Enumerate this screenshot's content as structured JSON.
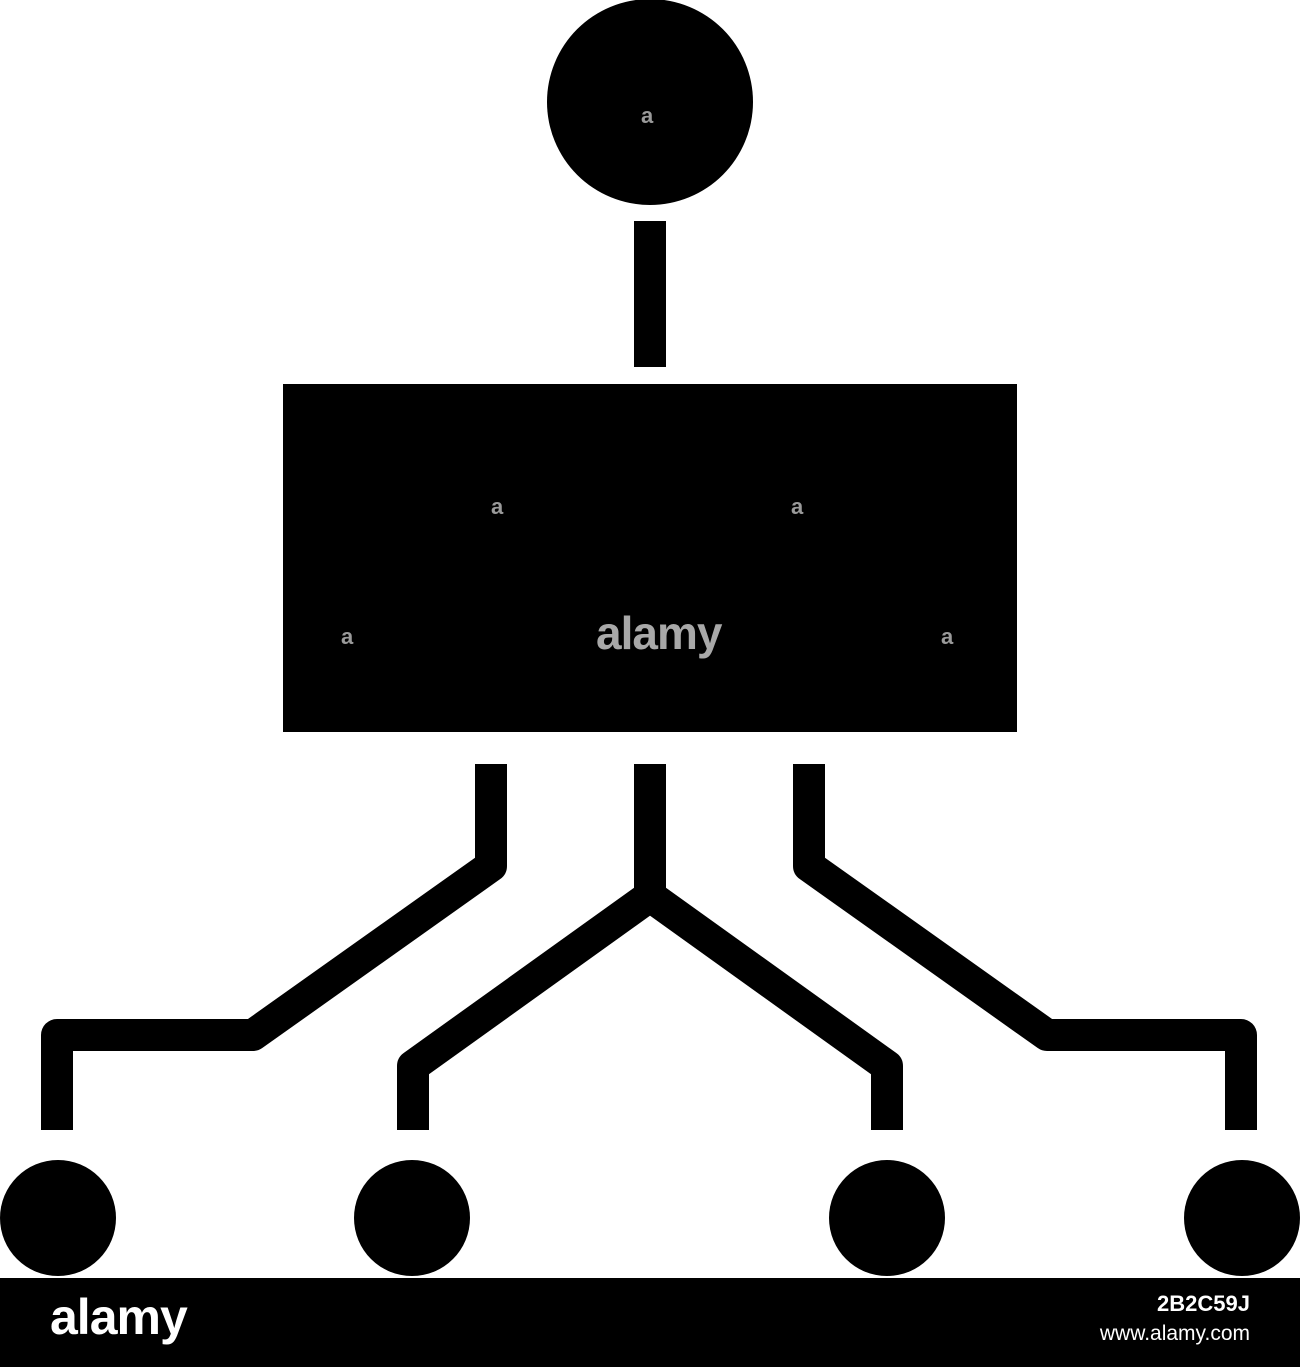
{
  "watermark": {
    "small_mark": "a",
    "center_logo": "alamy"
  },
  "footer": {
    "logo": "alamy",
    "image_id": "2B2C59J",
    "site": "www.alamy.com"
  },
  "colors": {
    "icon_fill": "#000000",
    "background": "#ffffff",
    "footer_bar": "#000000",
    "watermark": "#9a9a9a"
  }
}
